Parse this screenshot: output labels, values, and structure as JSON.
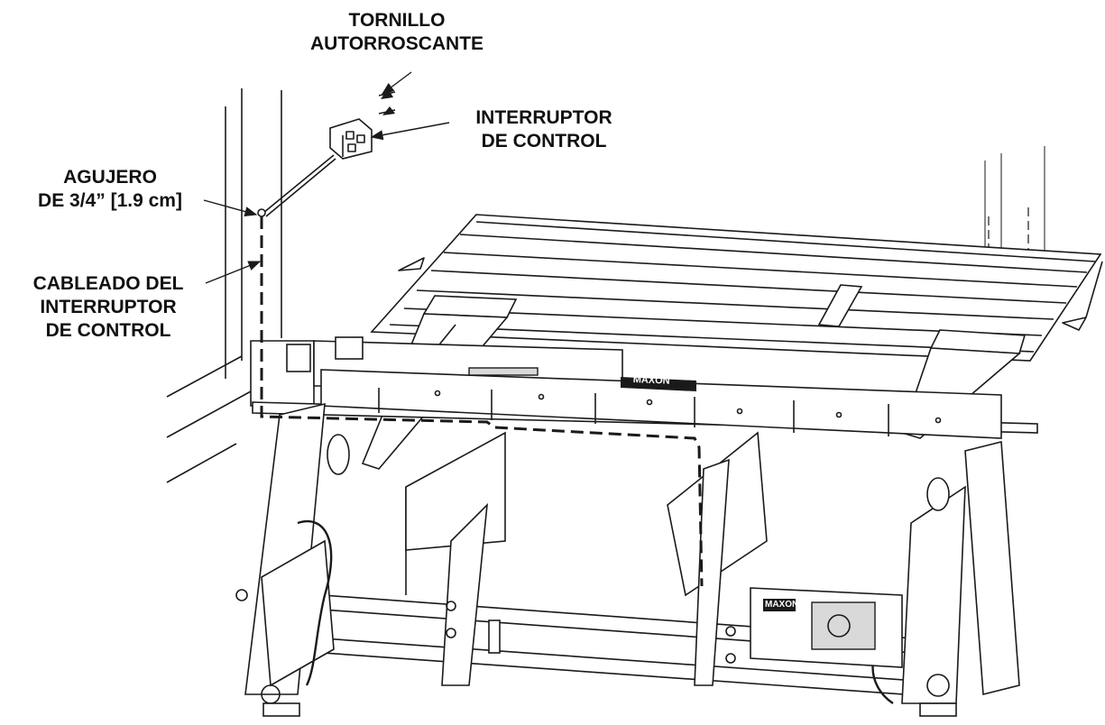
{
  "labels": {
    "tornillo": [
      "TORNILLO",
      "AUTORROSCANTE"
    ],
    "interruptor": [
      "INTERRUPTOR",
      "DE CONTROL"
    ],
    "agujero": [
      "AGUJERO",
      "DE 3/4” [1.9 cm]"
    ],
    "cableado": [
      "CABLEADO DEL",
      "INTERRUPTOR",
      "DE CONTROL"
    ]
  },
  "brand": {
    "platform_logo": "MAXON",
    "pump_logo": "MAXON"
  }
}
